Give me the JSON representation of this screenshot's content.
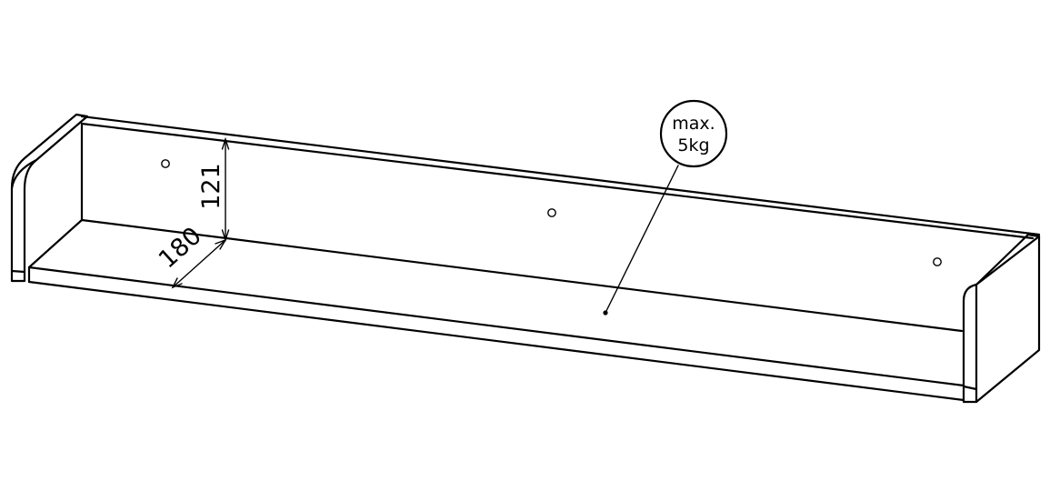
{
  "drawing": {
    "subject": "wall shelf",
    "dimensions": {
      "height": "121",
      "depth": "180"
    },
    "load_note": {
      "line1": "max.",
      "line2": "5kg"
    },
    "colors": {
      "line": "#000000",
      "background": "#ffffff"
    }
  }
}
